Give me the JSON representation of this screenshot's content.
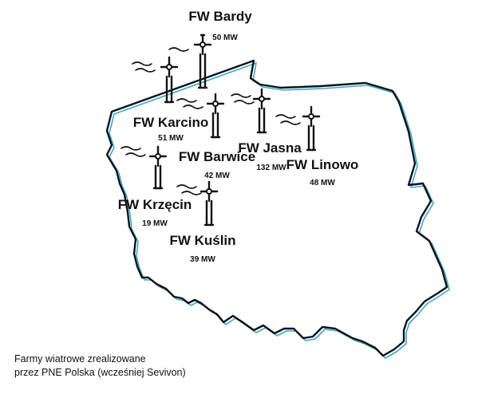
{
  "map": {
    "farms": [
      {
        "id": "bardy",
        "name": "FW Bardy",
        "power": "50 MW"
      },
      {
        "id": "karcino",
        "name": "FW Karcino",
        "power": "51 MW"
      },
      {
        "id": "barwice",
        "name": "FW Barwice",
        "power": "42 MW"
      },
      {
        "id": "jasna",
        "name": "FW Jasna",
        "power": "132 MW"
      },
      {
        "id": "linowo",
        "name": "FW Linowo",
        "power": "48 MW"
      },
      {
        "id": "krzecin",
        "name": "FW Krzęcin",
        "power": "19 MW"
      },
      {
        "id": "kuslin",
        "name": "FW Kuślin",
        "power": "39 MW"
      }
    ],
    "colors": {
      "outline_blue": "#35a9d9",
      "outline_black": "#111111"
    }
  },
  "caption": {
    "line1": "Farmy wiatrowe zrealizowane",
    "line2": "przez PNE Polska (wcześniej Sevivon)"
  }
}
